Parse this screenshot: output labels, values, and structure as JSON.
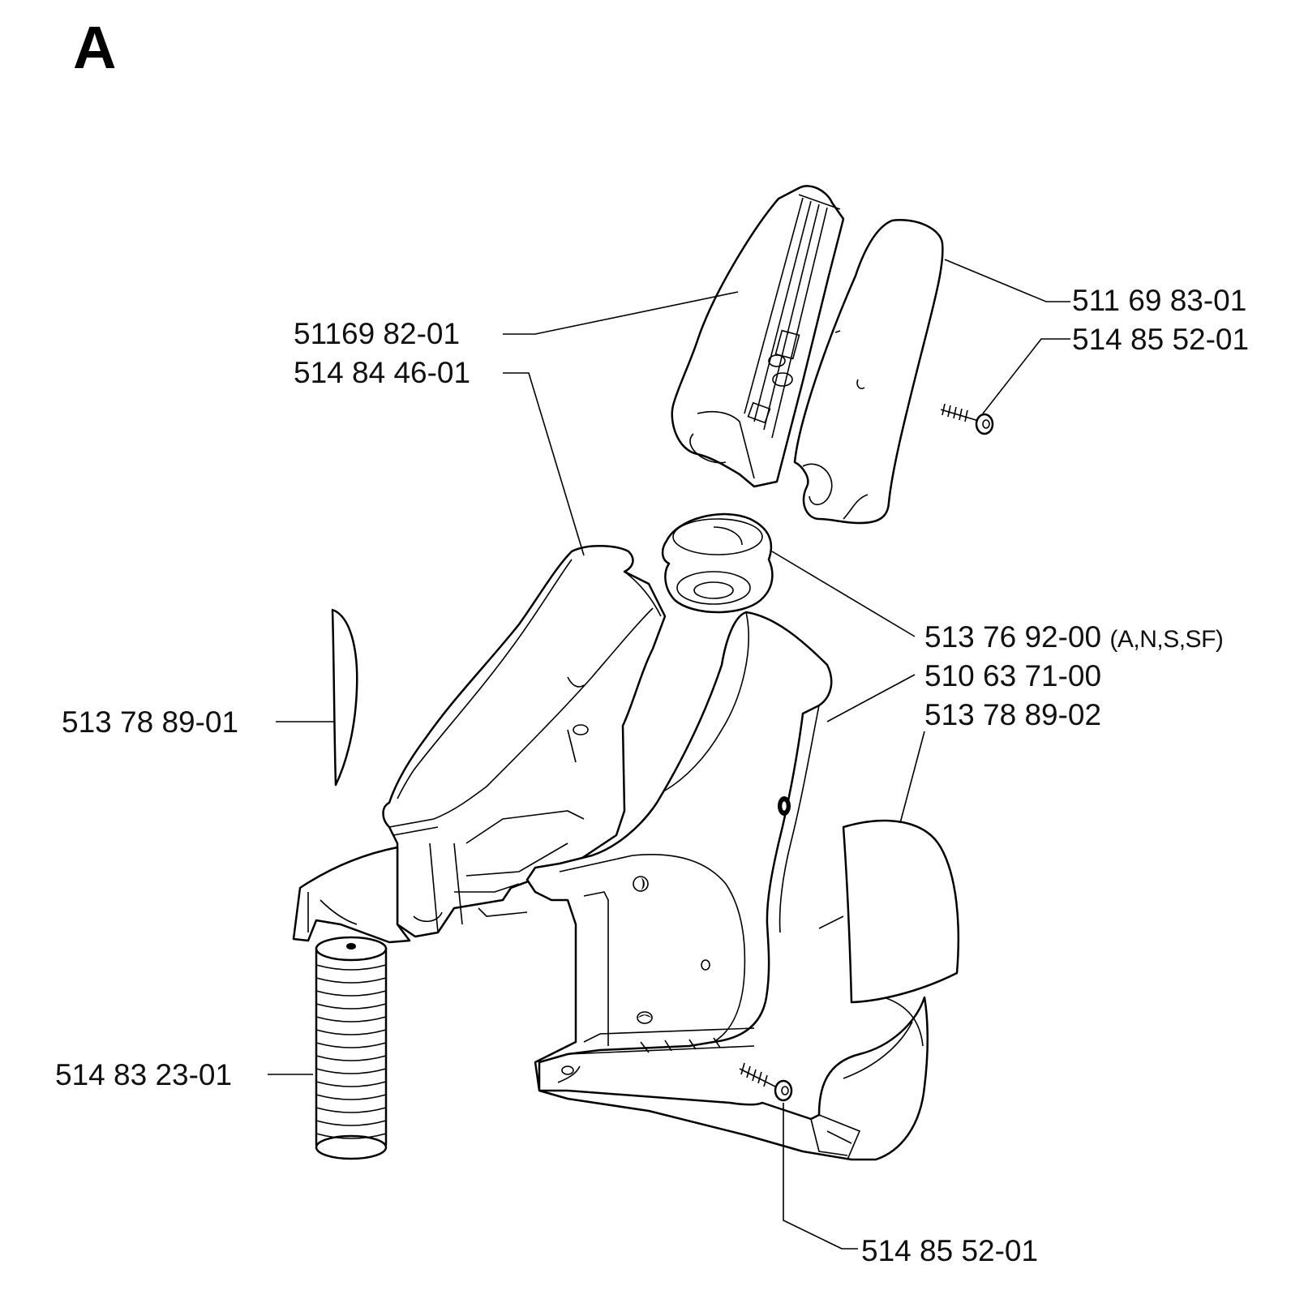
{
  "diagram": {
    "section_letter": "A",
    "callouts": [
      {
        "id": "part-511-69-83-01",
        "text": "511 69 83-01"
      },
      {
        "id": "part-514-85-52-01-top",
        "text": "514 85 52-01"
      },
      {
        "id": "part-51169-82-01",
        "text": "51169 82-01"
      },
      {
        "id": "part-514-84-46-01",
        "text": "514 84 46-01"
      },
      {
        "id": "part-513-76-92-00",
        "text": "513 76 92-00",
        "suffix": "(A,N,S,SF)"
      },
      {
        "id": "part-510-63-71-00",
        "text": "510 63 71-00"
      },
      {
        "id": "part-513-78-89-02",
        "text": "513 78 89-02"
      },
      {
        "id": "part-513-78-89-01",
        "text": "513 78 89-01"
      },
      {
        "id": "part-514-83-23-01",
        "text": "514 83 23-01"
      },
      {
        "id": "part-514-85-52-01-bottom",
        "text": "514 85 52-01"
      }
    ]
  }
}
